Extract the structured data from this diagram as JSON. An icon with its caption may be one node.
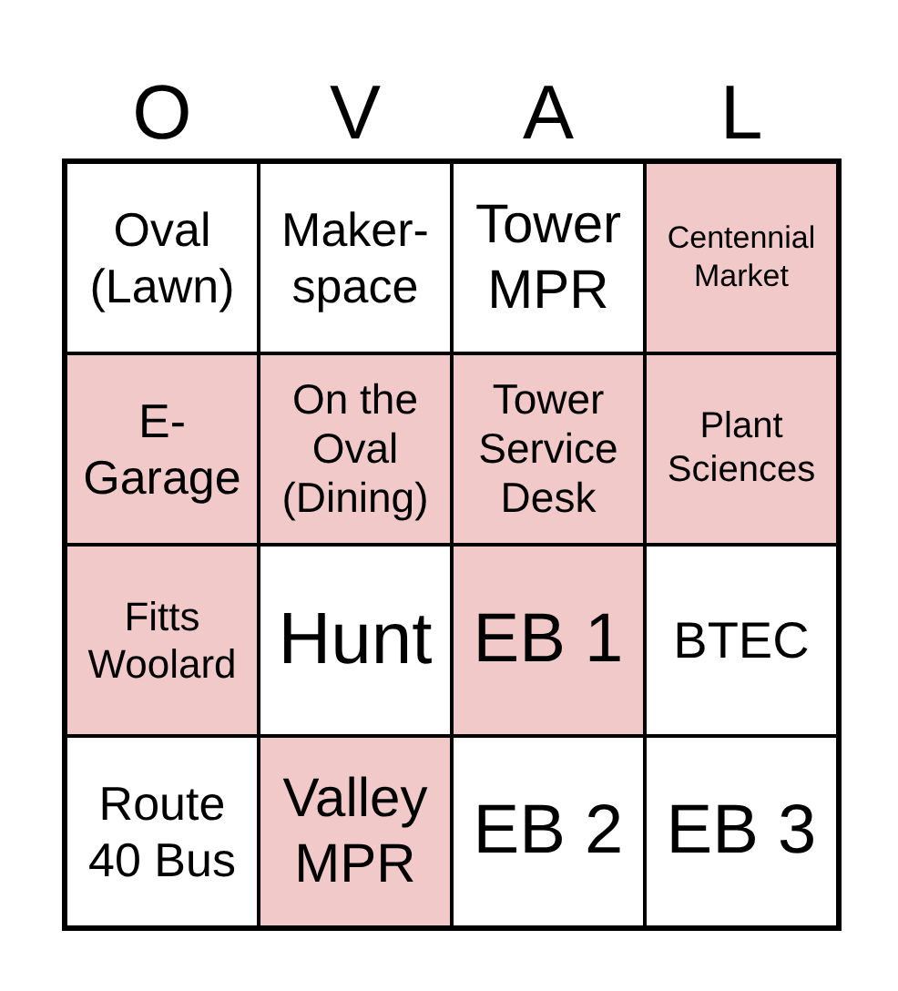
{
  "diagram": {
    "labels": [
      "O",
      "V",
      "A",
      "L",
      "Oval (Lawn)",
      "Maker- space",
      "Tower MPR",
      "Centennial Market",
      "E- Garage",
      "On the Oval (Dining)",
      "Tower Service Desk",
      "Plant Sciences",
      "Fitts Woolard",
      "Hunt",
      "EB 1",
      "BTEC",
      "Route 40 Bus",
      "Valley MPR",
      "EB 2",
      "EB 3"
    ]
  }
}
